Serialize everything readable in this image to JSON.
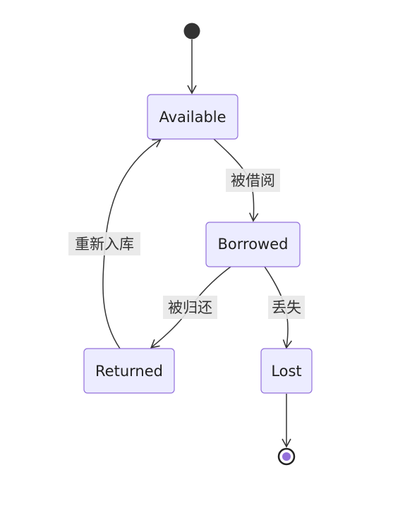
{
  "diagram": {
    "type": "state-diagram",
    "states": {
      "available": "Available",
      "borrowed": "Borrowed",
      "returned": "Returned",
      "lost": "Lost"
    },
    "transitions": {
      "available_to_borrowed": "被借阅",
      "borrowed_to_returned": "被归还",
      "borrowed_to_lost": "丢失",
      "returned_to_available": "重新入库"
    },
    "colors": {
      "state_fill": "#ECECFF",
      "state_border": "#9370DB",
      "edge": "#333333",
      "label_background": "#e8e8e8"
    }
  }
}
